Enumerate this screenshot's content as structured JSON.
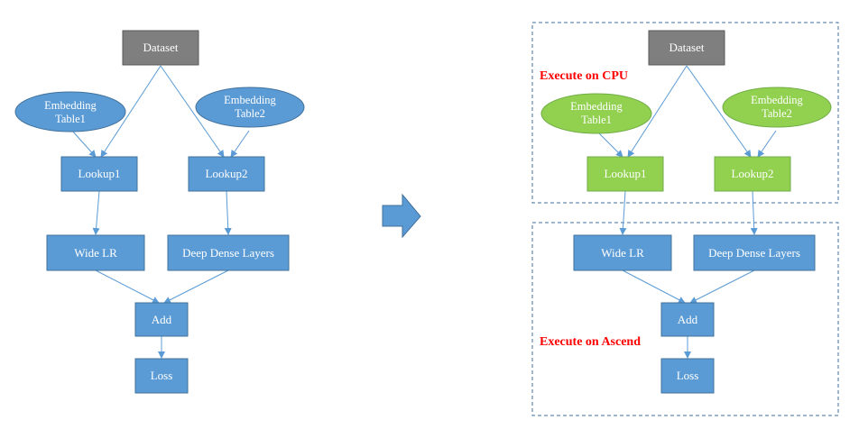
{
  "colors": {
    "blue_box": "#5b9bd5",
    "blue_border": "#41719c",
    "gray_box": "#7f7f7f",
    "green_box": "#92d050",
    "green_border": "#70ad47",
    "arrow": "#5b9bd5",
    "region_border": "#41719c",
    "region_label": "#ff0000"
  },
  "left": {
    "dataset": "Dataset",
    "embedding1": [
      "Embedding",
      "Table1"
    ],
    "embedding2": [
      "Embedding",
      "Table2"
    ],
    "lookup1": "Lookup1",
    "lookup2": "Lookup2",
    "wide_lr": "Wide LR",
    "deep_dense": "Deep Dense Layers",
    "add": "Add",
    "loss": "Loss"
  },
  "transform_arrow": "right-arrow-icon",
  "right": {
    "cpu_label": "Execute on CPU",
    "ascend_label": "Execute on Ascend",
    "dataset": "Dataset",
    "embedding1": [
      "Embedding",
      "Table1"
    ],
    "embedding2": [
      "Embedding",
      "Table2"
    ],
    "lookup1": "Lookup1",
    "lookup2": "Lookup2",
    "wide_lr": "Wide LR",
    "deep_dense": "Deep Dense Layers",
    "add": "Add",
    "loss": "Loss"
  }
}
